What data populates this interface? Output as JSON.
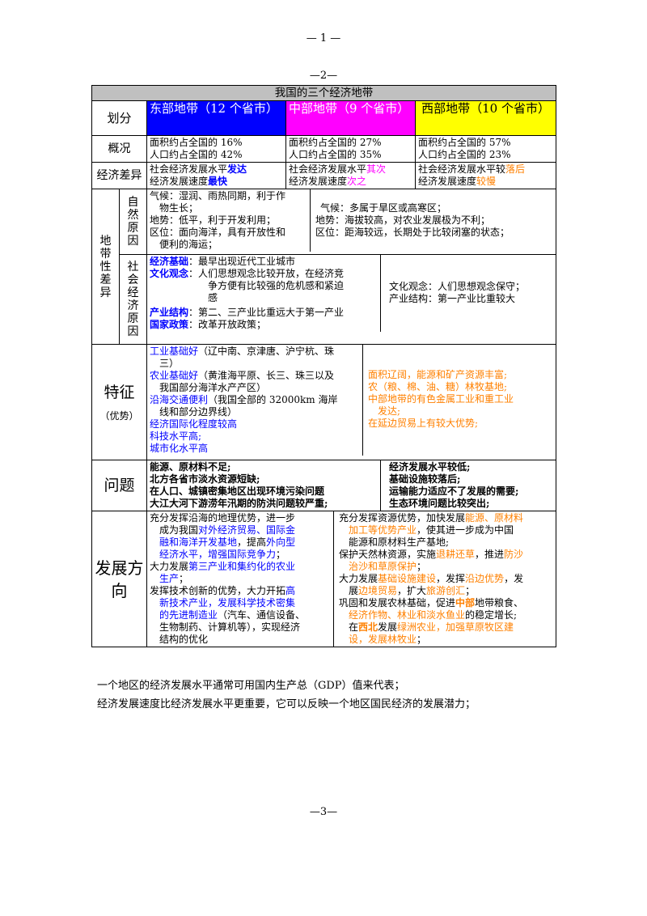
{
  "page_top": "— 1 —",
  "page_mid": "—2—",
  "page_bottom": "—3—",
  "title": "我国的三个经济地带",
  "header": {
    "label": "划分",
    "east": "东部地带（12 个省市）",
    "mid": "中部地带（9 个省市）",
    "west": "西部地带（10 个省市）"
  },
  "overview": {
    "label": "概况",
    "east": [
      "面积约占全国的 16%",
      "人口约占全国的 42%"
    ],
    "mid": [
      "面积约占全国的 27%",
      "人口约占全国的 35%"
    ],
    "west": [
      "面积约占全国的 57%",
      "人口约占全国的 23%"
    ]
  },
  "economy": {
    "label": "经济差异",
    "east_level_pre": "社会经济发展水平",
    "east_level_hl": "发达",
    "east_speed_pre": "经济发展速度",
    "east_speed_hl": "最快",
    "mid_level_pre": "社会经济发展水平",
    "mid_level_hl": "其次",
    "mid_speed_pre": "经济发展速度",
    "mid_speed_hl": "次之",
    "west_level_pre": "社会经济发展水平较",
    "west_level_hl": "落后",
    "west_speed_pre": "经济发展速度",
    "west_speed_hl": "较慢"
  },
  "diff": {
    "label": "地带性差异",
    "natural_label": "自然原因",
    "natural_east": [
      "气候：湿润、雨热同期，利于作",
      "物生长；",
      "地势：低平，利于开发利用；",
      "区位：面向海洋，具有开放性和",
      "便利的海运；"
    ],
    "natural_west": [
      "气候：多属于旱区或高寒区；",
      "地势：海拔较高，对农业发展极为不利；",
      "区位：距海较远，长期处于比较闭塞的状态；"
    ],
    "social_label": "社会经济原因",
    "social_east": {
      "eco_k": "经济基础",
      "eco_v": "：最早出现近代工业城市",
      "idea_k": "文化观念",
      "idea_v1": "：人们思想观念比较开放，在经济竞",
      "idea_v2": "争方便有比较强的危机感和紧迫",
      "idea_v3": "感",
      "ind_k": "产业结构",
      "ind_v": "：第二、三产业比重远大于第一产业",
      "pol_k": "国家政策",
      "pol_v": "：改革开放政策；"
    },
    "social_west": [
      "文化观念：人们思想观念保守；",
      "产业结构：第一产业比重较大"
    ]
  },
  "features": {
    "label": "特征",
    "sub": "（优势）",
    "east": {
      "f1_hl": "工业基础好",
      "f1_v": "（辽中南、京津唐、沪宁杭、珠",
      "f1_v2": "三）",
      "f2_hl": "农业基础好",
      "f2_v": "（黄淮海平原、长三、珠三以及",
      "f2_v2": "我国部分海洋水产产区）",
      "f3_hl": "沿海交通便利",
      "f3_v": "（我国全部的 32000km 海岸",
      "f3_v2": "线和部分边界线）",
      "f4": "经济国际化程度较高",
      "f5": "科技水平高;",
      "f6": "城市化水平高"
    },
    "west": [
      "面积辽阔，能源和矿产资源丰富;",
      "农（粮、棉、油、糖）林牧基地;",
      "中部地带的有色金属工业和重工业",
      "发达;",
      "在延边贸易上有较大优势;"
    ]
  },
  "problems": {
    "label": "问题",
    "east": [
      "能源、原材料不足;",
      "北方各省市淡水资源短缺;",
      "在人口、城镇密集地区出现环境污染问题",
      "大江大河下游涝年汛期的防洪问题较严重;"
    ],
    "west": [
      "经济发展水平较低;",
      "基础设施较落后;",
      "运输能力适应不了发展的需要;",
      "生态环境问题比较突出;"
    ]
  },
  "development": {
    "label": "发展方向",
    "east": {
      "p1a": "充分发挥沿海的地理优势，进一步",
      "p1b": "成为我国",
      "p1c": "对外经济贸易、国际金",
      "p1d": "融和海洋开发基地",
      "p1e": "，提高",
      "p1f": "外向型",
      "p1g": "经济水平，增强国际竞争力",
      "p1h": "；",
      "p2a": "大力发展",
      "p2b": "第三产业和集约化的农业",
      "p2c": "生产",
      "p2d": "；",
      "p3a": "发挥技术创新的优势，大力开拓",
      "p3b": "高",
      "p3c": "新技术产业，发展科学技术密集",
      "p3d": "的先进制造业",
      "p3e": "（汽车、通信设备、",
      "p3f": "生物制药、计算机等），实现经济",
      "p3g": "结构的优化"
    },
    "west": {
      "p1a": "充分发挥资源优势，加快发展",
      "p1b": "能源、原材料",
      "p1c": "加工等优势产业",
      "p1d": "，使其进一步成为中国",
      "p1e": "能源和原材料生产基地;",
      "p2a": "保护天然林资源，实施",
      "p2b": "退耕还草",
      "p2c": "，推进",
      "p2d": "防沙",
      "p2e": "治沙和草原保护",
      "p2f": "；",
      "p3a": "大力发展",
      "p3b": "基础设施建设",
      "p3c": "，发挥",
      "p3d": "沿边优势",
      "p3e": "，发",
      "p3f": "展",
      "p3g": "边境贸易",
      "p3h": "，扩大",
      "p3i": "旅游创汇",
      "p3j": "；",
      "p4a": "巩固和发展农林基础，促进",
      "p4b": "中部",
      "p4c": "地带粮食、",
      "p4d": "经济作物、林业和淡水鱼业",
      "p4e": "的稳定增长;",
      "p5a": "在",
      "p5b": "西北",
      "p5c": "发展",
      "p5d": "绿洲农业，加强草原牧区建",
      "p5e": "设，发展林牧业",
      "p5f": "；"
    }
  },
  "notes": [
    "一个地区的经济发展水平通常可用国内生产总（GDP）值来代表；",
    "经济发展速度比经济发展水平更重要，它可以反映一个地区国民经济的发展潜力；"
  ],
  "colors": {
    "east_bg": "#0000ff",
    "mid_bg": "#ff00ff",
    "west_bg": "#ffff00",
    "title_bg": "#c0c0c0",
    "highlight_blue": "#0000ff",
    "highlight_magenta": "#ff00ff",
    "highlight_orange": "#ff8000"
  }
}
